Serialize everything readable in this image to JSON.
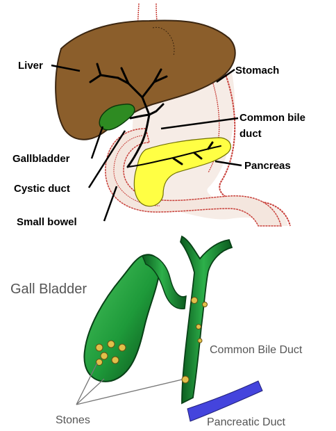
{
  "top_diagram": {
    "labels": {
      "liver": "Liver",
      "stomach": "Stomach",
      "common_bile_line1": "Common bile",
      "common_bile_line2": "duct",
      "gallbladder": "Gallbladder",
      "pancreas": "Pancreas",
      "cystic_duct": "Cystic duct",
      "small_bowel": "Small bowel"
    }
  },
  "bottom_diagram": {
    "labels": {
      "gall_bladder": "Gall Bladder",
      "common_bile_duct": "Common Bile Duct",
      "stones": "Stones",
      "pancreatic_duct": "Pancreatic Duct"
    }
  },
  "colors": {
    "liver": "#8B5E2B",
    "gallbladder_top": "#2E8B22",
    "pancreas": "#FFFF44",
    "gut_outline": "#C8403A",
    "gut_fill": "#F4E8E2",
    "duct_green": "#1E9A3A",
    "duct_dark": "#0B5A1E",
    "stone": "#E0C04A",
    "pancreatic_duct": "#4444DD"
  }
}
